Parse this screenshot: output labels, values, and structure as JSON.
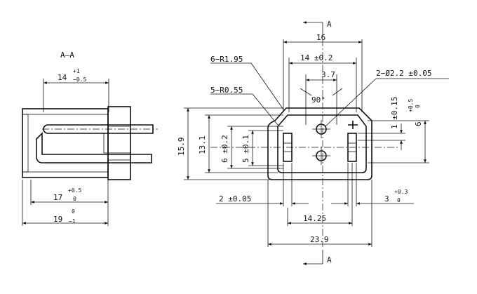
{
  "section": {
    "title": "A—A",
    "dims": {
      "top": {
        "main": "14",
        "plus": "+1",
        "minus": "−0.5"
      },
      "mid": {
        "main": "17",
        "plus": "+0.5",
        "minus": "0"
      },
      "bottom": {
        "main": "19",
        "plus": "0",
        "minus": "−1"
      }
    }
  },
  "front": {
    "cut_label": "A",
    "dims": {
      "width_16": "16",
      "width_14": "14 ±0.2",
      "gap_3_7": "3.7",
      "radius_outer": "6−R1.95",
      "radius_inner": "5−R0.55",
      "angle": "90°",
      "holes": "2−Ø2.2 ±0.05",
      "height_15_9": "15.9",
      "height_13_1": "13.1",
      "height_6": "6 ±0.2",
      "height_5": "5 ±0.1",
      "right_1": "1 ±0.15",
      "right_6": {
        "main": "6",
        "plus": "+0.5",
        "minus": "0"
      },
      "bottom_2": "2 ±0.05",
      "bottom_14_25": "14.25",
      "bottom_3": {
        "main": "3",
        "plus": "+0.3",
        "minus": "0"
      },
      "bottom_23_9": "23.9"
    }
  }
}
